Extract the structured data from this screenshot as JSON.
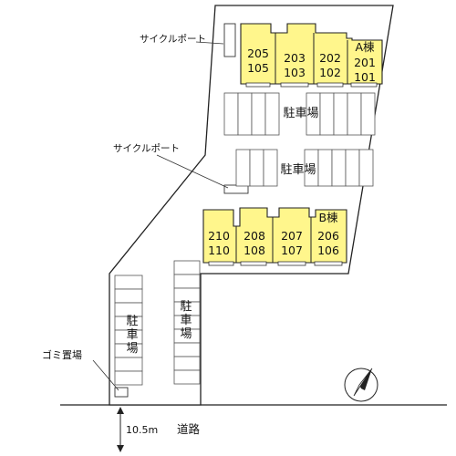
{
  "labels": {
    "cycle_port_1": "サイクルポート",
    "cycle_port_2": "サイクルポート",
    "garbage": "ゴミ置場",
    "parking": "駐車場",
    "road": "道路",
    "road_width": "10.5m"
  },
  "building_a": {
    "name": "A棟",
    "units": [
      {
        "upper": "205",
        "lower": "105"
      },
      {
        "upper": "203",
        "lower": "103"
      },
      {
        "upper": "202",
        "lower": "102"
      },
      {
        "upper": "201",
        "lower": "101"
      }
    ]
  },
  "building_b": {
    "name": "B棟",
    "units": [
      {
        "upper": "210",
        "lower": "110"
      },
      {
        "upper": "208",
        "lower": "108"
      },
      {
        "upper": "207",
        "lower": "107"
      },
      {
        "upper": "206",
        "lower": "106"
      }
    ]
  },
  "colors": {
    "building_fill": "#fff68c",
    "outline": "#222222"
  },
  "north_arrow": "compass-north-icon"
}
